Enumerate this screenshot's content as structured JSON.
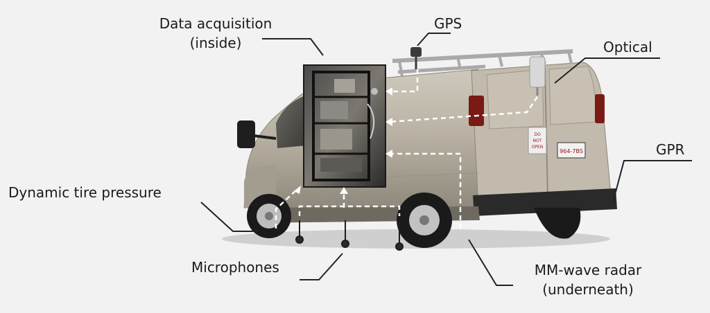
{
  "labels": {
    "data_acquisition": {
      "line1": "Data acquisition",
      "line2": "(inside)"
    },
    "gps": "GPS",
    "optical": "Optical",
    "gpr": "GPR",
    "dynamic_tire_pressure": "Dynamic tire pressure",
    "microphones": "Microphones",
    "mm_wave_radar": {
      "line1": "MM-wave radar",
      "line2": "(underneath)"
    }
  },
  "van": {
    "rear_sign": [
      "DO",
      "NOT",
      "OPEN"
    ],
    "plate": "964-7BS"
  },
  "colors": {
    "background": "#f2f2f2",
    "van_body": "#b9b2a4",
    "label_text": "#1a1a1a",
    "leader_line": "#222222",
    "dashed_arrow": "#ffffff",
    "inset_frame": "#1a1a1a"
  }
}
